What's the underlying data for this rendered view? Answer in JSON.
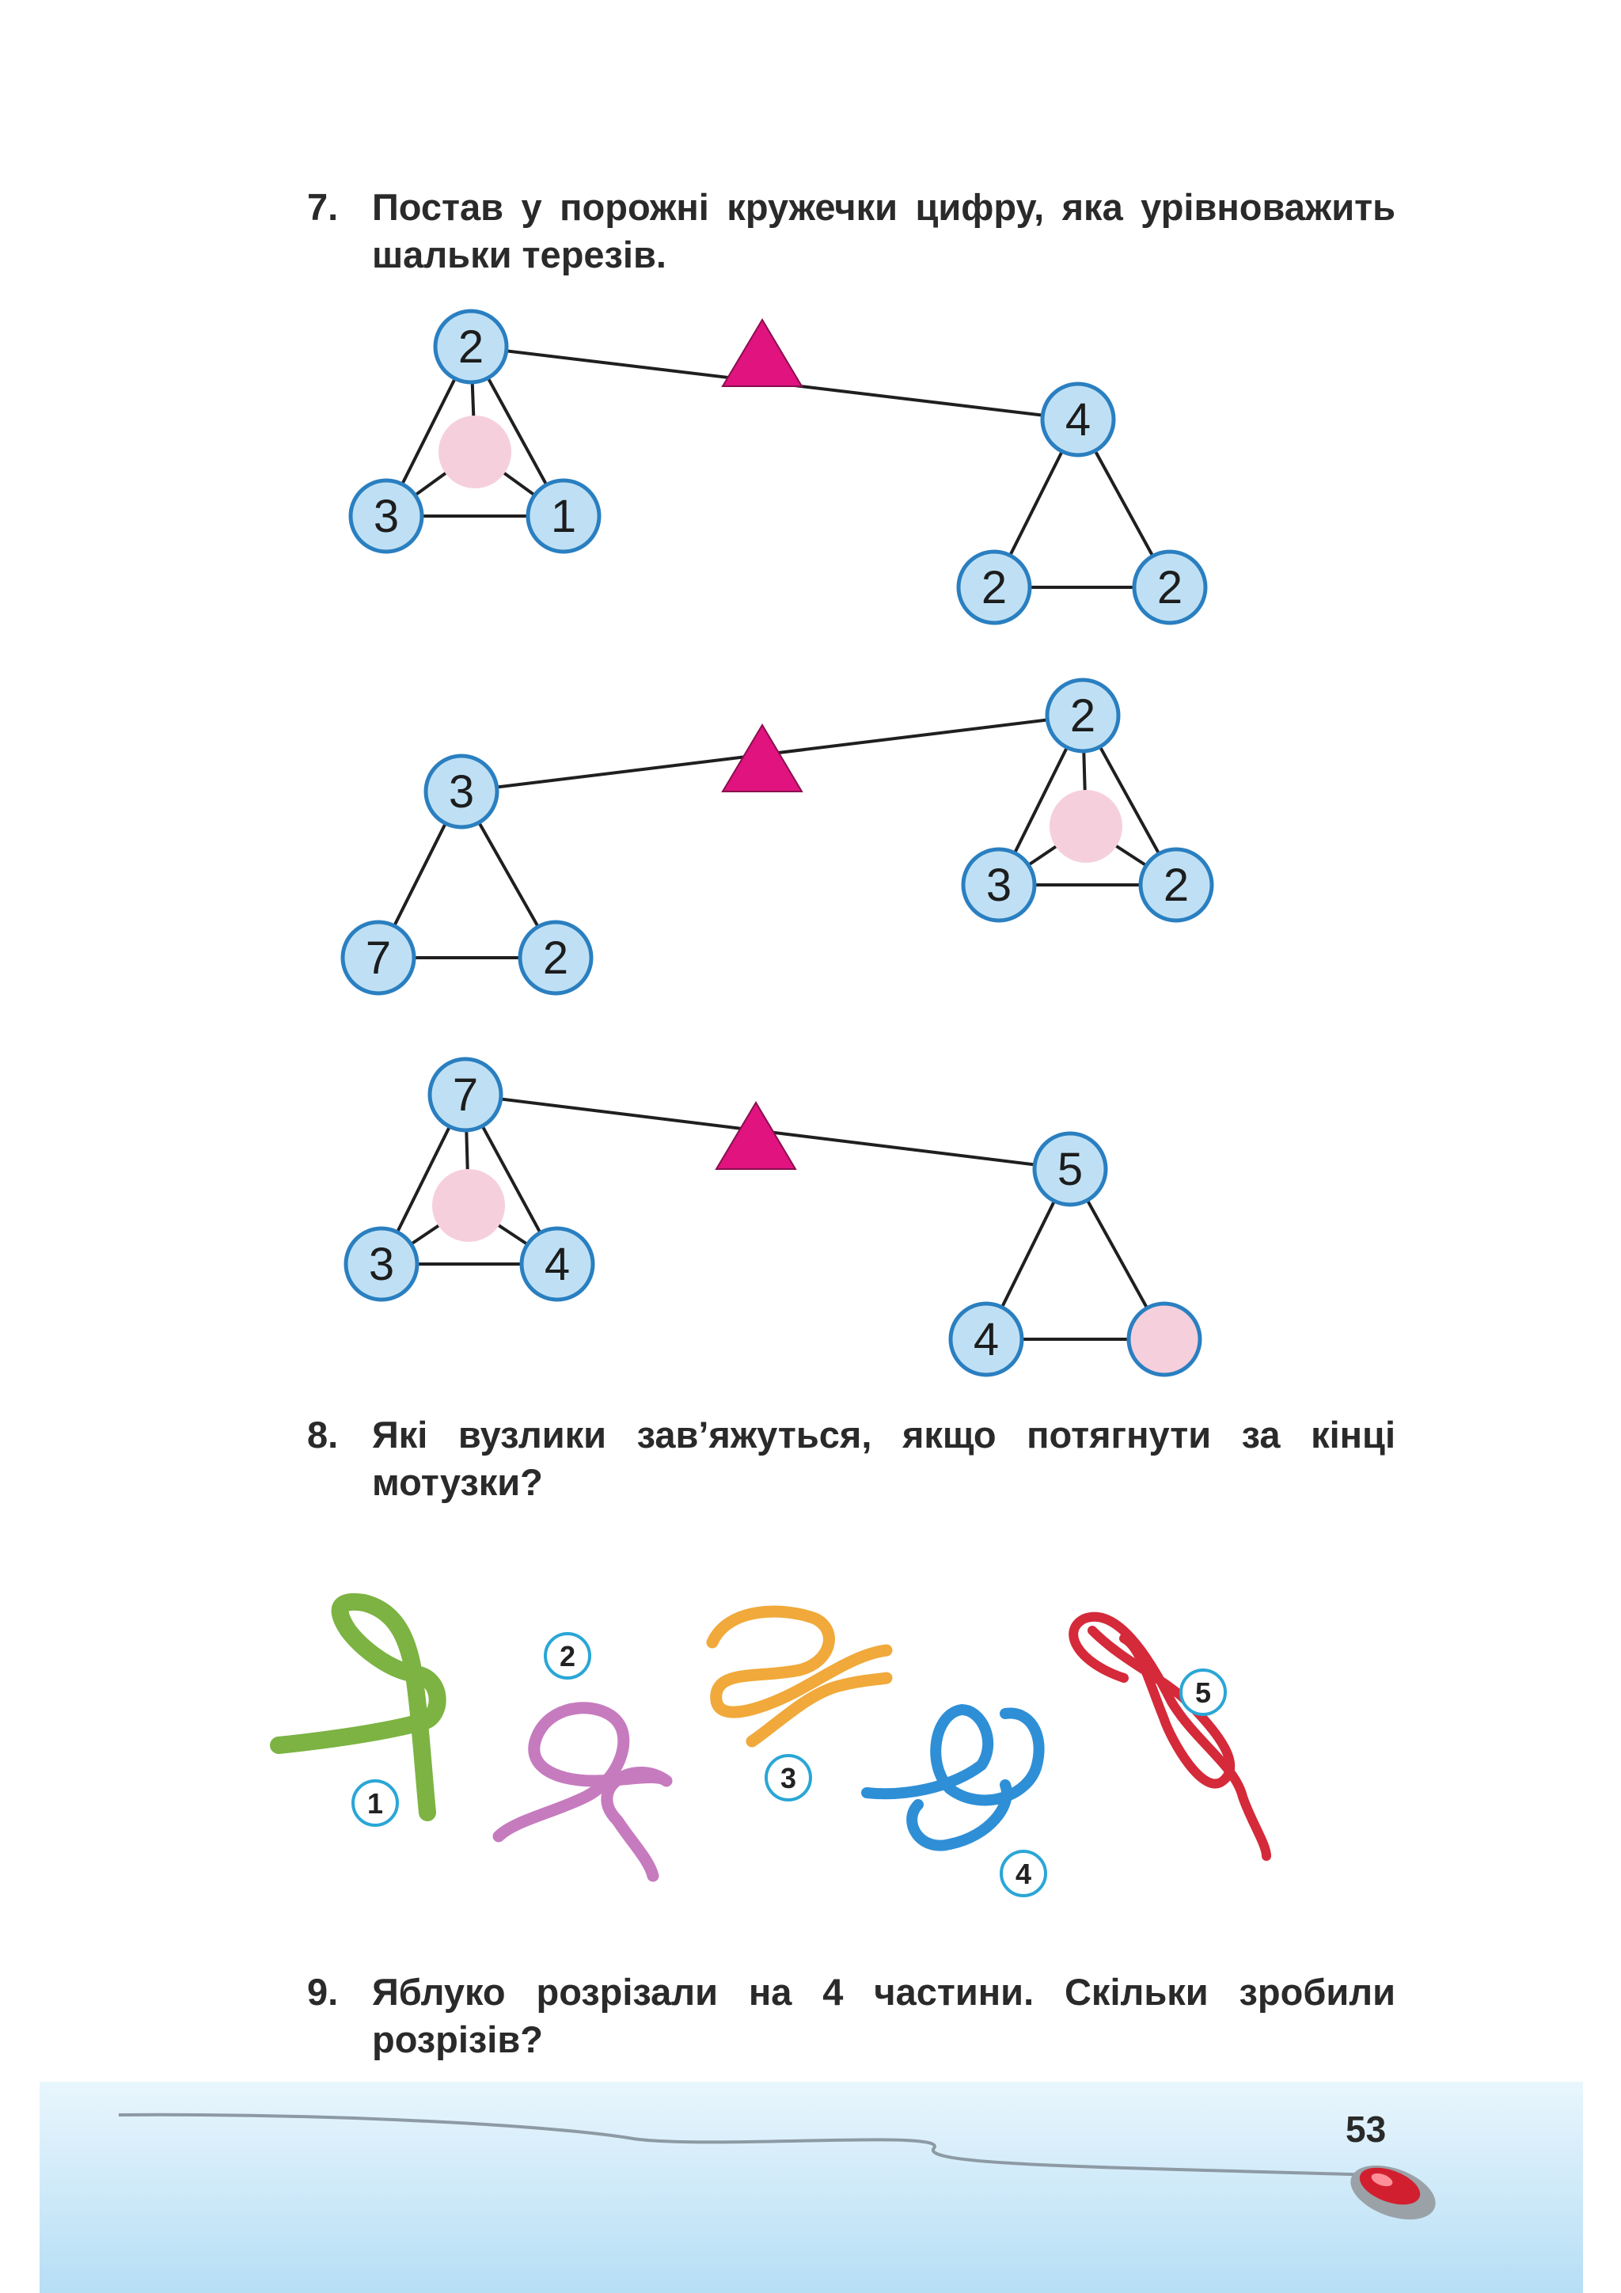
{
  "task7": {
    "number": "7.",
    "text": "Постав у порожні кружечки цифру, яка урівноважить шальки терезів.",
    "balances": [
      {
        "left": {
          "top": "2",
          "bottom_left": "3",
          "bottom_right": "1",
          "center": ""
        },
        "right": {
          "top": "4",
          "bottom_left": "2",
          "bottom_right": "2"
        }
      },
      {
        "left": {
          "top": "3",
          "bottom_left": "7",
          "bottom_right": "2"
        },
        "right": {
          "top": "2",
          "bottom_left": "3",
          "bottom_right": "2",
          "center": ""
        }
      },
      {
        "left": {
          "top": "7",
          "bottom_left": "3",
          "bottom_right": "4",
          "center": ""
        },
        "right": {
          "top": "5",
          "bottom_left": "4",
          "bottom_right": ""
        }
      }
    ]
  },
  "task8": {
    "number": "8.",
    "text": "Які вузлики зав’яжуться, якщо потягнути за кінці мотузки?",
    "knots": [
      {
        "label": "1",
        "color": "#7cb342"
      },
      {
        "label": "2",
        "color": "#c67bbf"
      },
      {
        "label": "3",
        "color": "#f0a93a"
      },
      {
        "label": "4",
        "color": "#2f8fd6"
      },
      {
        "label": "5",
        "color": "#d42a3a"
      }
    ]
  },
  "task9": {
    "number": "9.",
    "text": "Яблуко розрізали на 4 частини. Скільки зробили розрізів?"
  },
  "footer": {
    "page_number": "53"
  },
  "colors": {
    "circle_fill": "#bfe0f4",
    "circle_stroke": "#2a7fc0",
    "empty_circle": "#f6cfdd",
    "fulcrum": "#e0137f",
    "band": "#cdeaf9"
  }
}
